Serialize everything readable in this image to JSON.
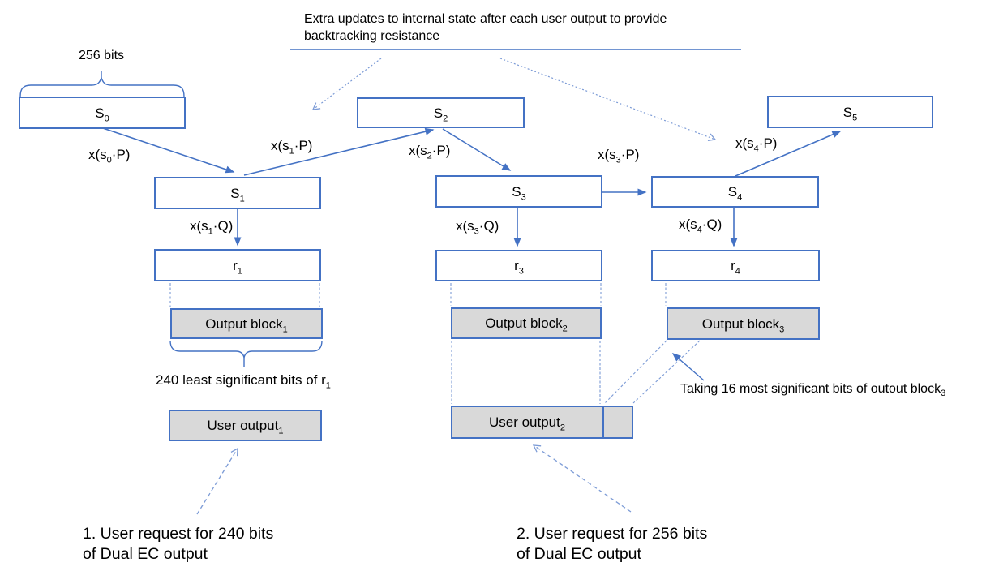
{
  "colors": {
    "accent_blue": "#4472C4",
    "light_blue": "#7C9BD6",
    "box_gray": "#D9D9D9",
    "text": "#000000"
  },
  "title": {
    "line1": "Extra updates to internal state after each user output to provide",
    "line2": "backtracking resistance"
  },
  "labels": {
    "bits_256": "256 bits",
    "lsb_240": {
      "pre": "240 least significant bits of r",
      "sub": "1"
    },
    "msb_16": {
      "pre": "Taking 16 most significant bits of outout block",
      "sub": "3"
    },
    "request_1": {
      "line1": "1. User request for 240 bits",
      "line2": "of Dual EC output"
    },
    "request_2": {
      "line1": "2. User request for 256 bits",
      "line2": "of Dual EC output"
    }
  },
  "state_boxes": {
    "s0": {
      "base": "S",
      "sub": "0"
    },
    "s1": {
      "base": "S",
      "sub": "1"
    },
    "s2": {
      "base": "S",
      "sub": "2"
    },
    "s3": {
      "base": "S",
      "sub": "3"
    },
    "s4": {
      "base": "S",
      "sub": "4"
    },
    "s5": {
      "base": "S",
      "sub": "5"
    },
    "r1": {
      "base": "r",
      "sub": "1"
    },
    "r3": {
      "base": "r",
      "sub": "3"
    },
    "r4": {
      "base": "r",
      "sub": "4"
    }
  },
  "output_boxes": {
    "ob1": {
      "base": "Output block",
      "sub": "1"
    },
    "ob2": {
      "base": "Output block",
      "sub": "2"
    },
    "ob3": {
      "base": "Output block",
      "sub": "3"
    },
    "uo1": {
      "base": "User output",
      "sub": "1"
    },
    "uo2": {
      "base": "User output",
      "sub": "2"
    }
  },
  "edge_labels": {
    "xs0p": {
      "pre": "x(s",
      "sub": "0",
      "post": "·P)"
    },
    "xs1p": {
      "pre": "x(s",
      "sub": "1",
      "post": "·P)"
    },
    "xs2p": {
      "pre": "x(s",
      "sub": "2",
      "post": "·P)"
    },
    "xs3p": {
      "pre": "x(s",
      "sub": "3",
      "post": "·P)"
    },
    "xs4p": {
      "pre": "x(s",
      "sub": "4",
      "post": "·P)"
    },
    "xs1q": {
      "pre": "x(s",
      "sub": "1",
      "post": "·Q)"
    },
    "xs3q": {
      "pre": "x(s",
      "sub": "3",
      "post": "·Q)"
    },
    "xs4q": {
      "pre": "x(s",
      "sub": "4",
      "post": "·Q)"
    }
  }
}
